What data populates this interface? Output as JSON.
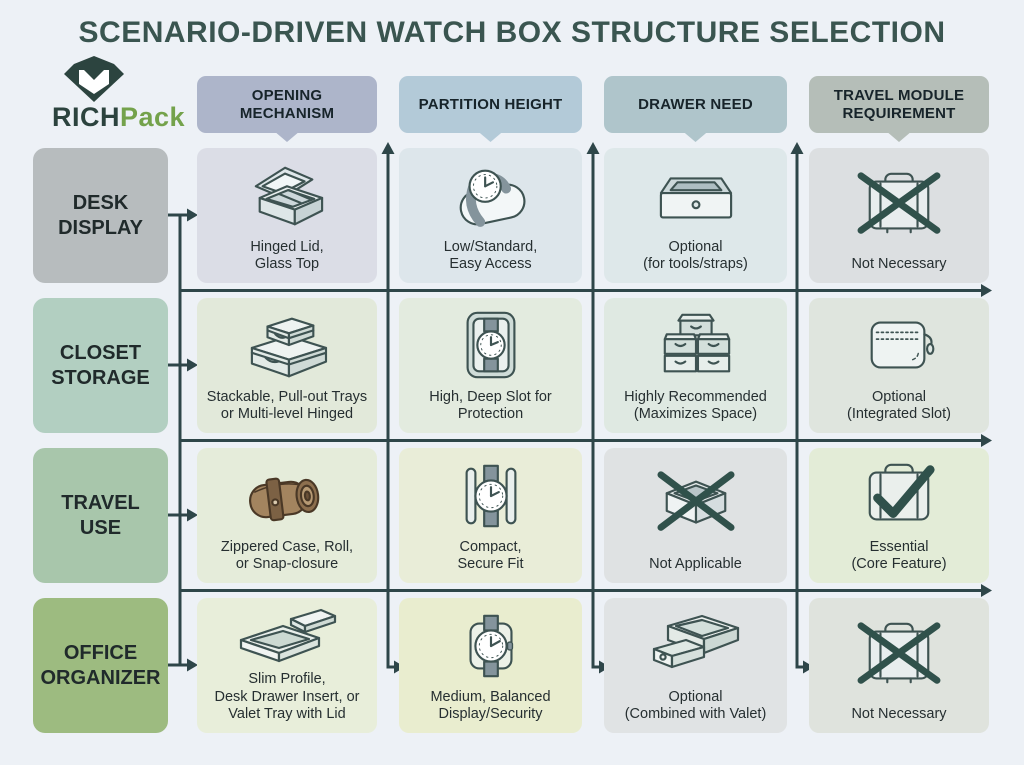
{
  "page": {
    "title": "SCENARIO-DRIVEN WATCH BOX STRUCTURE SELECTION",
    "background_color": "#edf1f6",
    "connector_color": "#2e4649"
  },
  "logo": {
    "mark": "diamond-gem-icon",
    "brand_prefix": "RICH",
    "brand_suffix": "Pack",
    "prefix_color": "#2c433e",
    "suffix_color": "#74a24b"
  },
  "columns": [
    {
      "label": "OPENING\nMECHANISM",
      "color": "#adb5ca"
    },
    {
      "label": "PARTITION HEIGHT",
      "color": "#b3cad8"
    },
    {
      "label": "DRAWER NEED",
      "color": "#afc5cb"
    },
    {
      "label": "TRAVEL MODULE\nREQUIREMENT",
      "color": "#b5beb8"
    }
  ],
  "rows": [
    {
      "label": "DESK\nDISPLAY",
      "color": "#b7bcbe",
      "cells": [
        {
          "icon": "watch-box-open-icon",
          "label": "Hinged Lid,\nGlass Top",
          "bg": "#dbdde6"
        },
        {
          "icon": "watch-on-pillow-icon",
          "label": "Low/Standard,\nEasy Access",
          "bg": "#dde6eb"
        },
        {
          "icon": "drawer-icon",
          "label": "Optional\n(for tools/straps)",
          "bg": "#dee8ea"
        },
        {
          "icon": "suitcase-crossed-icon",
          "label": "Not Necessary",
          "bg": "#dcdfe1"
        }
      ]
    },
    {
      "label": "CLOSET\nSTORAGE",
      "color": "#b2cfc1",
      "cells": [
        {
          "icon": "stacked-boxes-icon",
          "label": "Stackable, Pull-out Trays\nor Multi-level Hinged",
          "bg": "#e2e9da"
        },
        {
          "icon": "watch-deep-slot-icon",
          "label": "High, Deep Slot for\nProtection",
          "bg": "#e3ebdf"
        },
        {
          "icon": "drawer-stack-icon",
          "label": "Highly Recommended\n(Maximizes Space)",
          "bg": "#dfe9e2"
        },
        {
          "icon": "zip-pouch-icon",
          "label": "Optional\n(Integrated Slot)",
          "bg": "#dfe5de"
        }
      ]
    },
    {
      "label": "TRAVEL\nUSE",
      "color": "#a8c6ab",
      "cells": [
        {
          "icon": "watch-roll-icon",
          "label": "Zippered Case, Roll,\nor Snap-closure",
          "bg": "#e5ecda"
        },
        {
          "icon": "watch-compact-icon",
          "label": "Compact,\nSecure Fit",
          "bg": "#e9edd8"
        },
        {
          "icon": "drawer-crossed-icon",
          "label": "Not Applicable",
          "bg": "#dfe2e3"
        },
        {
          "icon": "suitcase-check-icon",
          "label": "Essential\n(Core Feature)",
          "bg": "#e3ecd7"
        }
      ]
    },
    {
      "label": "OFFICE\nORGANIZER",
      "color": "#9dbb80",
      "cells": [
        {
          "icon": "valet-tray-lid-icon",
          "label": "Slim Profile,\nDesk Drawer Insert, or\nValet Tray with Lid",
          "bg": "#e8eeda"
        },
        {
          "icon": "watch-frame-icon",
          "label": "Medium, Balanced\nDisplay/Security",
          "bg": "#e9edcf"
        },
        {
          "icon": "valet-drawer-icon",
          "label": "Optional\n(Combined with Valet)",
          "bg": "#e0e3e4"
        },
        {
          "icon": "suitcase-crossed-icon",
          "label": "Not Necessary",
          "bg": "#dfe3dd"
        }
      ]
    }
  ]
}
